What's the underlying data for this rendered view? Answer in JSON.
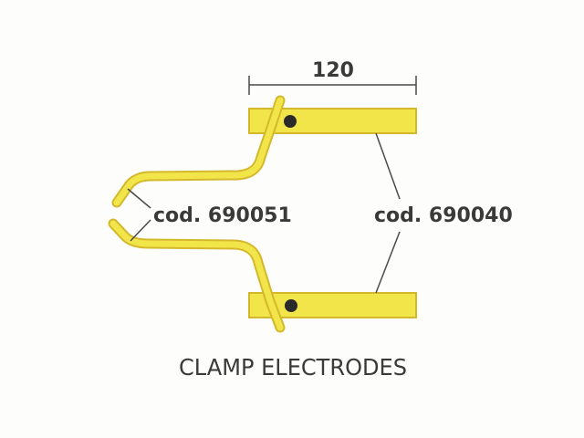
{
  "dimension": "120",
  "labels": {
    "left_code": "cod. 690051",
    "right_code": "cod. 690040"
  },
  "caption": "CLAMP ELECTRODES",
  "colors": {
    "electrode_fill": "#f2e54a",
    "electrode_stroke": "#d4b82c",
    "rivet": "#2a2a2a",
    "line": "#4a4a4a",
    "text": "#3a3a3a",
    "background": "#fdfdfb"
  }
}
